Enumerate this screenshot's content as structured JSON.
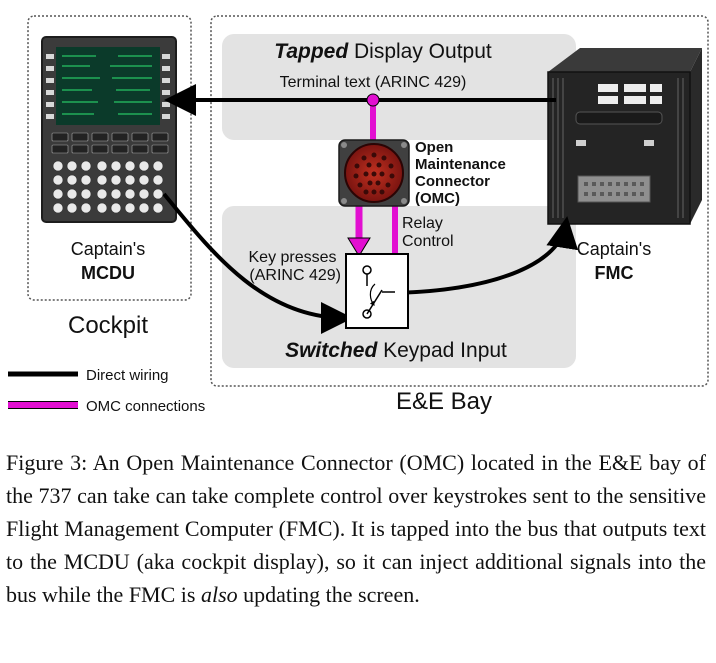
{
  "diagram": {
    "cockpit": {
      "label": "Cockpit"
    },
    "ee_bay": {
      "label": "E&E Bay"
    },
    "mcdu": {
      "caption_line1": "Captain's",
      "caption_line2": "MCDU"
    },
    "fmc": {
      "caption_line1": "Captain's",
      "caption_line2": "FMC"
    },
    "tapped_panel": {
      "title_emph": "Tapped",
      "title_rest": " Display Output",
      "terminal_text": "Terminal text (ARINC 429)"
    },
    "switched_panel": {
      "title_emph": "Switched",
      "title_rest": " Keypad Input"
    },
    "omc": {
      "line1": "Open",
      "line2": "Maintenance",
      "line3": "Connector",
      "line4": "(OMC)"
    },
    "relay_control": {
      "line1": "Relay",
      "line2": "Control"
    },
    "key_presses": {
      "line1": "Key presses",
      "line2": "(ARINC 429)"
    },
    "legend": [
      {
        "label": "Direct wiring",
        "color": "#000000"
      },
      {
        "label": "OMC connections",
        "color": "#e20fd1"
      }
    ]
  },
  "caption": {
    "part1": "Figure 3:  An Open Maintenance Connector (OMC) located in the E&E bay of the 737 can take can take complete control over keystrokes sent to the sensitive Flight Management Computer (FMC). It is tapped into the bus that outputs text to the MCDU (aka cockpit display), so it can inject additional signals into the bus while the FMC is ",
    "emph": "also",
    "part2": " updating the screen."
  },
  "colors": {
    "omc_magenta": "#e20fd1",
    "panel_gray": "#e3e3e3",
    "mcdu_screen": "#0b3a2a",
    "mcdu_text": "#2bd46a"
  }
}
